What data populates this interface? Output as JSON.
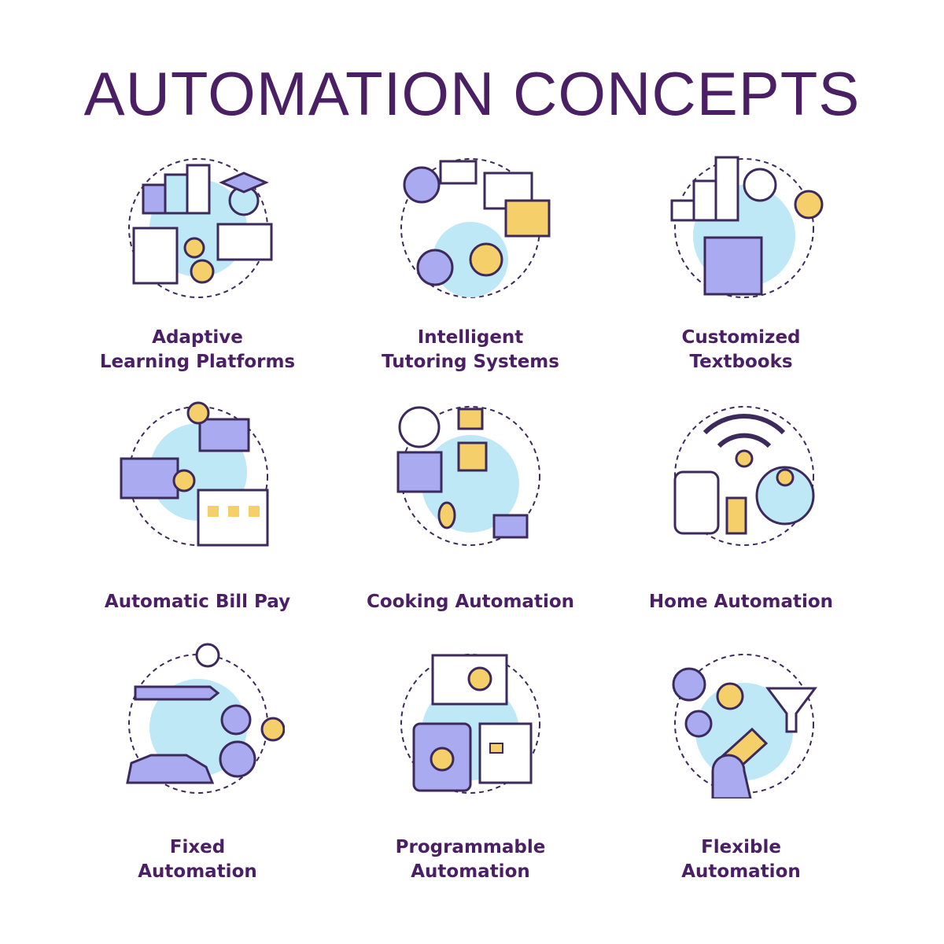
{
  "page": {
    "title": "AUTOMATION CONCEPTS",
    "colors": {
      "title": "#4a1f63",
      "label": "#4a1f63",
      "outline": "#3d2a5c",
      "accent_blue": "#bfe8f7",
      "accent_purple": "#aaaaf0",
      "accent_yellow": "#f5d06a"
    }
  },
  "icons": [
    {
      "icon": "adaptive-learning-icon",
      "lines": [
        "Adaptive",
        "Learning Platforms"
      ]
    },
    {
      "icon": "tutoring-robot-icon",
      "lines": [
        "Intelligent",
        "Tutoring Systems"
      ]
    },
    {
      "icon": "textbook-icon",
      "lines": [
        "Customized",
        "Textbooks"
      ]
    },
    {
      "icon": "bill-pay-icon",
      "lines": [
        "Automatic Bill Pay"
      ]
    },
    {
      "icon": "cooking-robot-icon",
      "lines": [
        "Cooking Automation"
      ]
    },
    {
      "icon": "smart-home-icon",
      "lines": [
        "Home Automation"
      ]
    },
    {
      "icon": "assembly-line-icon",
      "lines": [
        "Fixed",
        "Automation"
      ]
    },
    {
      "icon": "programmable-device-icon",
      "lines": [
        "Programmable",
        "Automation"
      ]
    },
    {
      "icon": "robotic-arm-icon",
      "lines": [
        "Flexible",
        "Automation"
      ]
    }
  ]
}
